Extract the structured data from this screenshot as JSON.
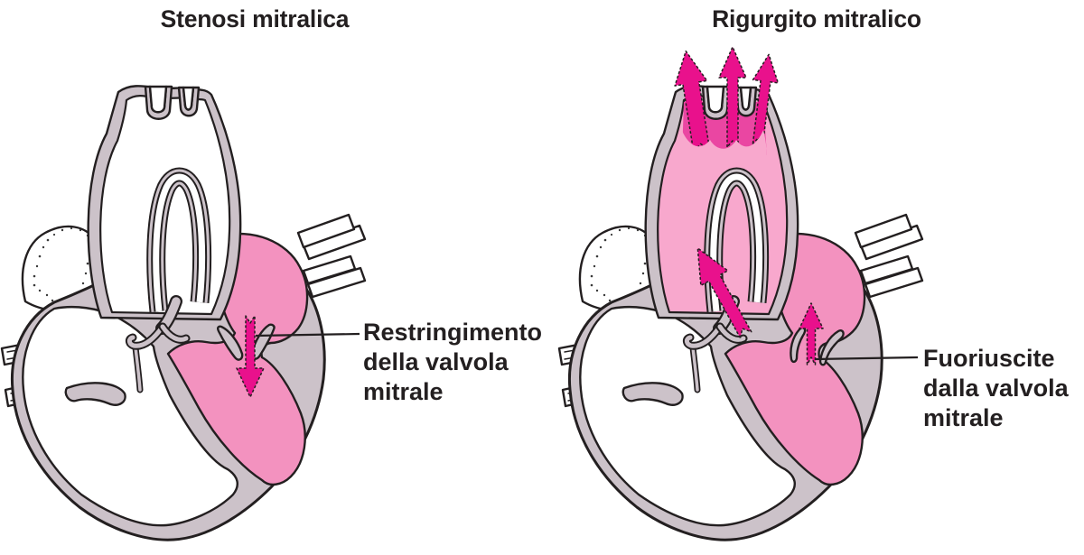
{
  "figure": {
    "type": "medical-diagram",
    "subject": "mitral valve disease - heart cross sections",
    "background": "#ffffff"
  },
  "colors": {
    "heart_wall": "#ccc2c9",
    "chamber_pink": "#f392bf",
    "aorta_pink": "#f8a8cd",
    "aorta_band_pink": "#ea46a2",
    "arrow_magenta": "#e9118c",
    "outline": "#231f20",
    "chamber_white": "#ffffff",
    "text": "#231f20"
  },
  "panels": [
    {
      "id": "stenosis",
      "title": "Stenosi mitralica",
      "annotation": "Restringimento della valvola mitrale",
      "annotation_lines": [
        "Restringimento",
        "della valvola",
        "mitrale"
      ],
      "flow_arrows": [
        "narrowed-downward-flow-through-mitral-valve"
      ]
    },
    {
      "id": "regurgitation",
      "title": "Rigurgito mitralico",
      "annotation": "Fuoriuscite dalla valvola mitrale",
      "annotation_lines": [
        "Fuoriuscite",
        "dalla valvola",
        "mitrale"
      ],
      "flow_arrows": [
        "backflow-up-through-mitral-valve",
        "backflow-into-left-atrium",
        "triple-ejection-out-of-aorta"
      ]
    }
  ]
}
